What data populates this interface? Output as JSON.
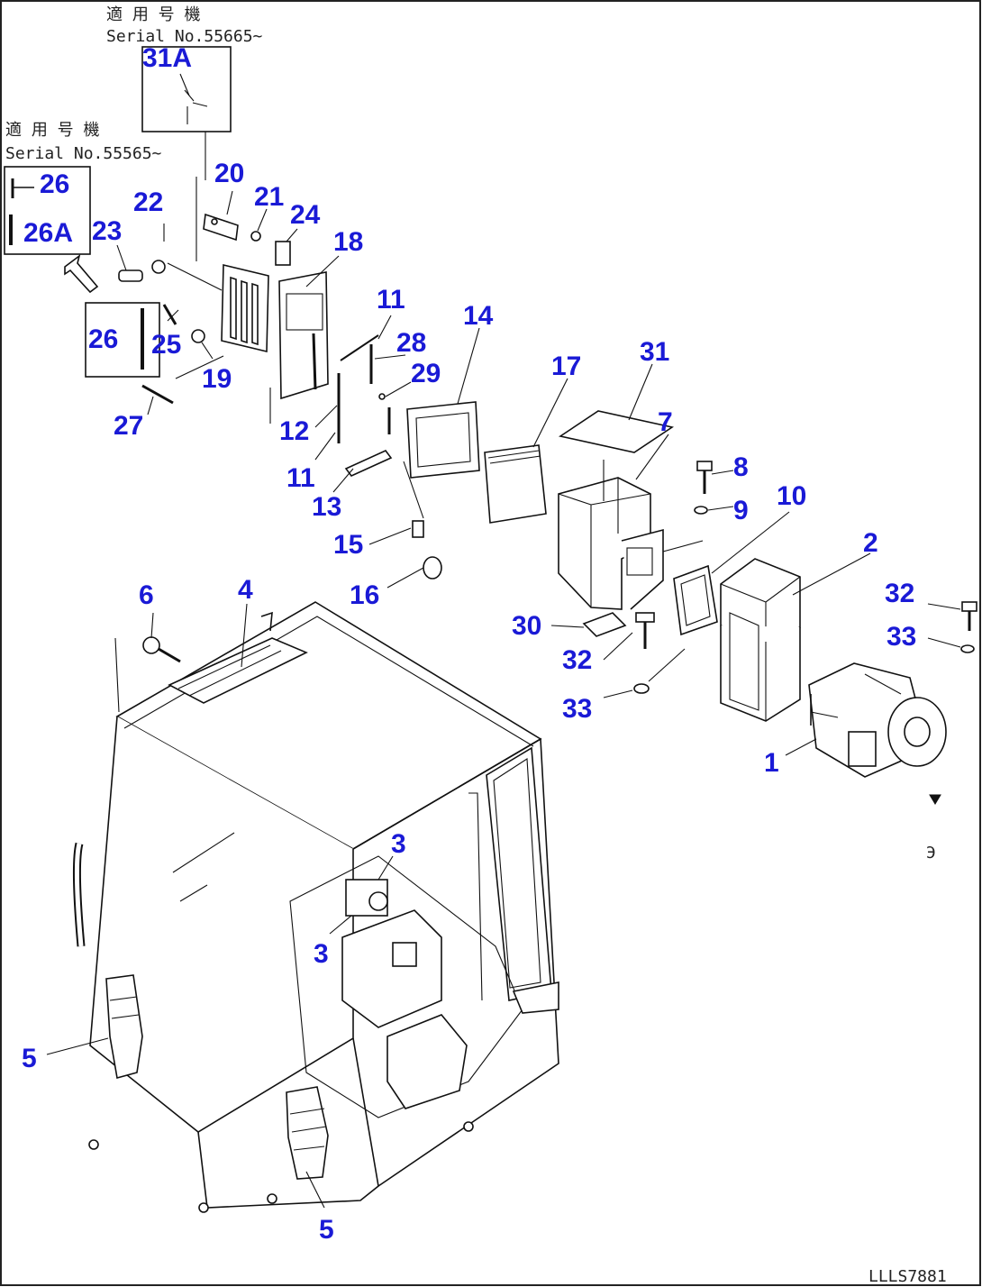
{
  "notes": {
    "top_jp": "適 用 号 機",
    "top_serial": "Serial No.55665~",
    "left_jp": "適 用 号 機",
    "left_serial": "Serial No.55565~"
  },
  "inset_labels": {
    "a26": "26",
    "a26A": "26A"
  },
  "callouts": [
    "31A",
    "20",
    "21",
    "24",
    "18",
    "22",
    "23",
    "26",
    "25",
    "19",
    "27",
    "11",
    "28",
    "29",
    "12",
    "11",
    "13",
    "14",
    "17",
    "31",
    "7",
    "8",
    "9",
    "10",
    "2",
    "15",
    "16",
    "30",
    "32",
    "33",
    "32",
    "33",
    "1",
    "6",
    "4",
    "3",
    "3",
    "5",
    "5"
  ],
  "sheet_code": "LLLS7881",
  "colors": {
    "callout": "#1a1ad6",
    "line": "#111111"
  }
}
